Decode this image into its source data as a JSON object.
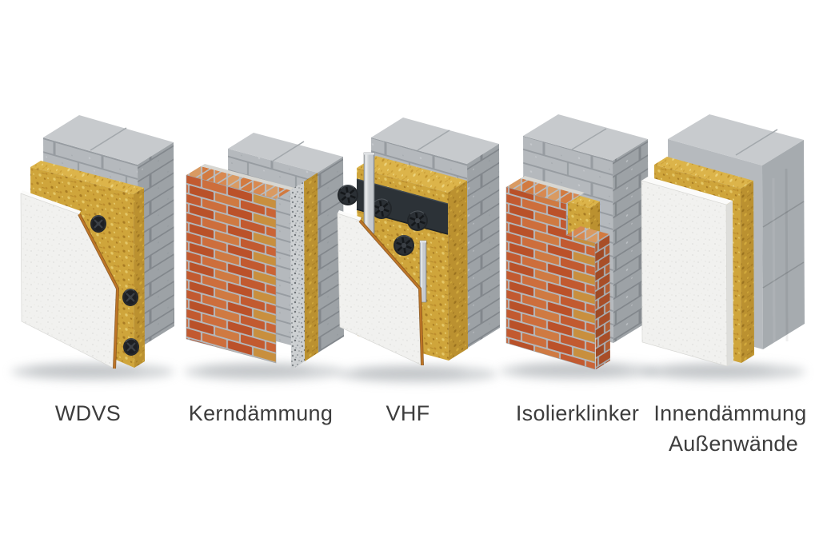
{
  "page": {
    "background": "#ffffff"
  },
  "figures": [
    {
      "id": "wdvs",
      "label": "WDVS",
      "layers": [
        "concrete-wall",
        "mineral-wool-insulation",
        "render-panel",
        "fixing-anchors"
      ]
    },
    {
      "id": "kerndaemmung",
      "label": "Kerndämmung",
      "layers": [
        "concrete-wall",
        "mineral-wool-insulation",
        "granulate-fill",
        "brick-facing"
      ]
    },
    {
      "id": "vhf",
      "label": "VHF",
      "layers": [
        "concrete-wall",
        "mineral-wool-insulation",
        "membrane-strip",
        "rosette-fixings",
        "mounting-rails",
        "cladding-panel"
      ]
    },
    {
      "id": "isolierklinker",
      "label": "Isolierklinker",
      "layers": [
        "concrete-wall",
        "insulation-block",
        "clinker-brick-facing"
      ]
    },
    {
      "id": "innendaemmung",
      "label": "Innendämmung",
      "label2": "Außenwände",
      "layers": [
        "concrete-wall",
        "mineral-wool-insulation",
        "interior-board"
      ]
    }
  ],
  "colors": {
    "background": "#ffffff",
    "label_text": "#3d3d3d",
    "concrete_front": "#b5b9bd",
    "concrete_side": "#9da2a6",
    "concrete_top": "#c7cacd",
    "concrete_joint": "#979ca1",
    "concrete_joint_side": "#82878c",
    "slab_front": "#b6babe",
    "slab_side": "#a6abaf",
    "slab_top": "#c8cbce",
    "slab_joint": "#8d9296",
    "wool_front": "#cfa53b",
    "wool_side": "#bb9130",
    "wool_top": "#dcb44a",
    "wool_speckle_dark": "#a87c24",
    "wool_speckle_light": "#e4c767",
    "render_panel": "#f1f1ef",
    "render_speckle": "#e3e3e0",
    "panel_edge_top": "#fbfbfa",
    "panel_edge_side": "#dededb",
    "trim_orange": "#bf7526",
    "trim_orange_dark": "#8a571e",
    "mortar": "#b4b7ba",
    "brick_palette": [
      "#c25a30",
      "#cd6e3c",
      "#bb5129",
      "#c88f3e",
      "#ca6436",
      "#cf7a42",
      "#b95129"
    ],
    "brick_top_palette": [
      "#d88950",
      "#d99a62",
      "#d27a40"
    ],
    "brick_side_palette": [
      "#a84e28",
      "#b25c31",
      "#9f4a26"
    ],
    "granular_bg": "#cdd0d2",
    "granular_dots": [
      "#7f8488",
      "#999ea2",
      "#6e7377",
      "#aaaeb1",
      "#8d9296",
      "#b8bcbf"
    ],
    "membrane": "#2c3237",
    "membrane_edge": "#1d2226",
    "rail_light": "#eceeef",
    "rail_mid": "#c7cbcf",
    "rail_dark": "#9ba0a4",
    "anchor": "#26282c",
    "anchor_detail": "#3c4046",
    "light_strip": "#d8d7d2",
    "shadow": "#aeb3b7"
  }
}
